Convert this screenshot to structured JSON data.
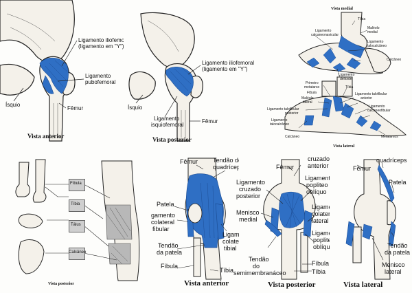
{
  "colors": {
    "ligament": "#2f6fc4",
    "ligament_dark": "#1d4f97",
    "bone": "#f4f1ea",
    "line": "#222222"
  },
  "hip_anterior": {
    "labels": {
      "iliofemoral": "Ligamento iliofemoral",
      "iliofemoral_y": "(ligamento em \"Y\")",
      "pubofemoral_1": "Ligamento",
      "pubofemoral_2": "pubofemoral",
      "isquio": "Ísquio",
      "femur": "Fêmur"
    },
    "caption": "Vista anterior"
  },
  "hip_posterior": {
    "labels": {
      "iliofemoral": "Ligamento iliofemoral",
      "iliofemoral_y": "(ligamento em \"Y\")",
      "isquio": "Ísquio",
      "isquiofemoral_1": "Ligamento",
      "isquiofemoral_2": "isquiofemoral",
      "femur": "Fêmur"
    },
    "caption": "Vista posterior"
  },
  "foot": {
    "title_medial": "Vista medial",
    "caption_lateral": "Vista lateral",
    "labels": {
      "tibia_top": "Tíbia",
      "maleolo_medial_1": "Maléolo",
      "maleolo_medial_2": "medial",
      "calcaneonavicular_1": "Ligamento",
      "calcaneonavicular_2": "calcaneonavicular",
      "talocalcaneo_1": "Ligamento",
      "talocalcaneo_2": "talocalcâneo",
      "calcaneo": "Calcâneo",
      "deltoide_1": "Ligamento",
      "deltoide_2": "deltoide",
      "primeiro_metatarso_1": "Primeiro",
      "primeiro_metatarso_2": "metatarso",
      "tibia_mid": "Tíbia",
      "fibula": "Fíbula",
      "maleolo_lateral_1": "Maléolo",
      "maleolo_lateral_2": "lateral",
      "talofibular_anterior_1": "Ligamento talofibular",
      "talofibular_anterior_2": "anterior",
      "talofibular_posterior_1": "Ligamento talofibular",
      "talofibular_posterior_2": "posterior",
      "calcaneofibular_1": "Ligamento",
      "calcaneofibular_2": "calcaneofibular",
      "talocalcaneo_lat_1": "Ligamento",
      "talocalcaneo_lat_2": "talocalcâneo",
      "calcaneo_lat": "Calcâneo",
      "metatarsos": "Metatarsos"
    }
  },
  "ankle": {
    "boxes": [
      "Fíbula",
      "Tíbia",
      "Tálus",
      "Calcâneo"
    ],
    "caption": "Vista posterior"
  },
  "knee": {
    "anterior": {
      "caption": "Vista anterior",
      "labels": {
        "femur": "Fêmur",
        "quadriceps_1": "Tendão do",
        "quadriceps_2": "quadríceps",
        "patela": "Patela",
        "colateral_fibular_1": "gamento",
        "colateral_fibular_2": "colateral",
        "colateral_fibular_3": "fibular",
        "tendao_patela_1": "Tendão",
        "tendao_patela_2": "da patela",
        "colateral_tibial_1": "Ligamento",
        "colateral_tibial_2": "colateral",
        "colateral_tibial_3": "tibial",
        "fibula": "Fíbula",
        "tibia": "Tíbia"
      }
    },
    "posterior": {
      "caption": "Vista posterior",
      "labels": {
        "femur": "Fêmur",
        "cruzado_anterior_1": "cruzado",
        "cruzado_anterior_2": "anterior",
        "cruzado_posterior_1": "Ligamento",
        "cruzado_posterior_2": "cruzado",
        "cruzado_posterior_3": "posterior",
        "popliteo_obliquo_1": "Ligamento",
        "popliteo_obliquo_2": "popliteo",
        "popliteo_obliquo_3": "oblíquo",
        "menisco_medial_1": "Menisco",
        "menisco_medial_2": "medial",
        "colateral_lateral_1": "Ligamento",
        "colateral_lateral_2": "colateral",
        "colateral_lateral_3": "lateral",
        "popliteo_obliquo2_1": "Ligamento",
        "popliteo_obliquo2_2": "popliteo",
        "popliteo_obliquo2_3": "oblíquo",
        "semimembranaceo_1": "Tendão",
        "semimembranaceo_2": "do",
        "semimembranaceo_3": "semimembranáceo",
        "fibula": "Fíbula",
        "tibia": "Tíbia"
      }
    },
    "lateral": {
      "caption": "Vista lateral",
      "labels": {
        "femur": "Fêmur",
        "quadriceps": "quadríceps",
        "patela": "Patela",
        "tendao_patela_1": "Tendão",
        "tendao_patela_2": "da patela",
        "menisco_lateral_1": "Menisco",
        "menisco_lateral_2": "lateral"
      }
    }
  }
}
